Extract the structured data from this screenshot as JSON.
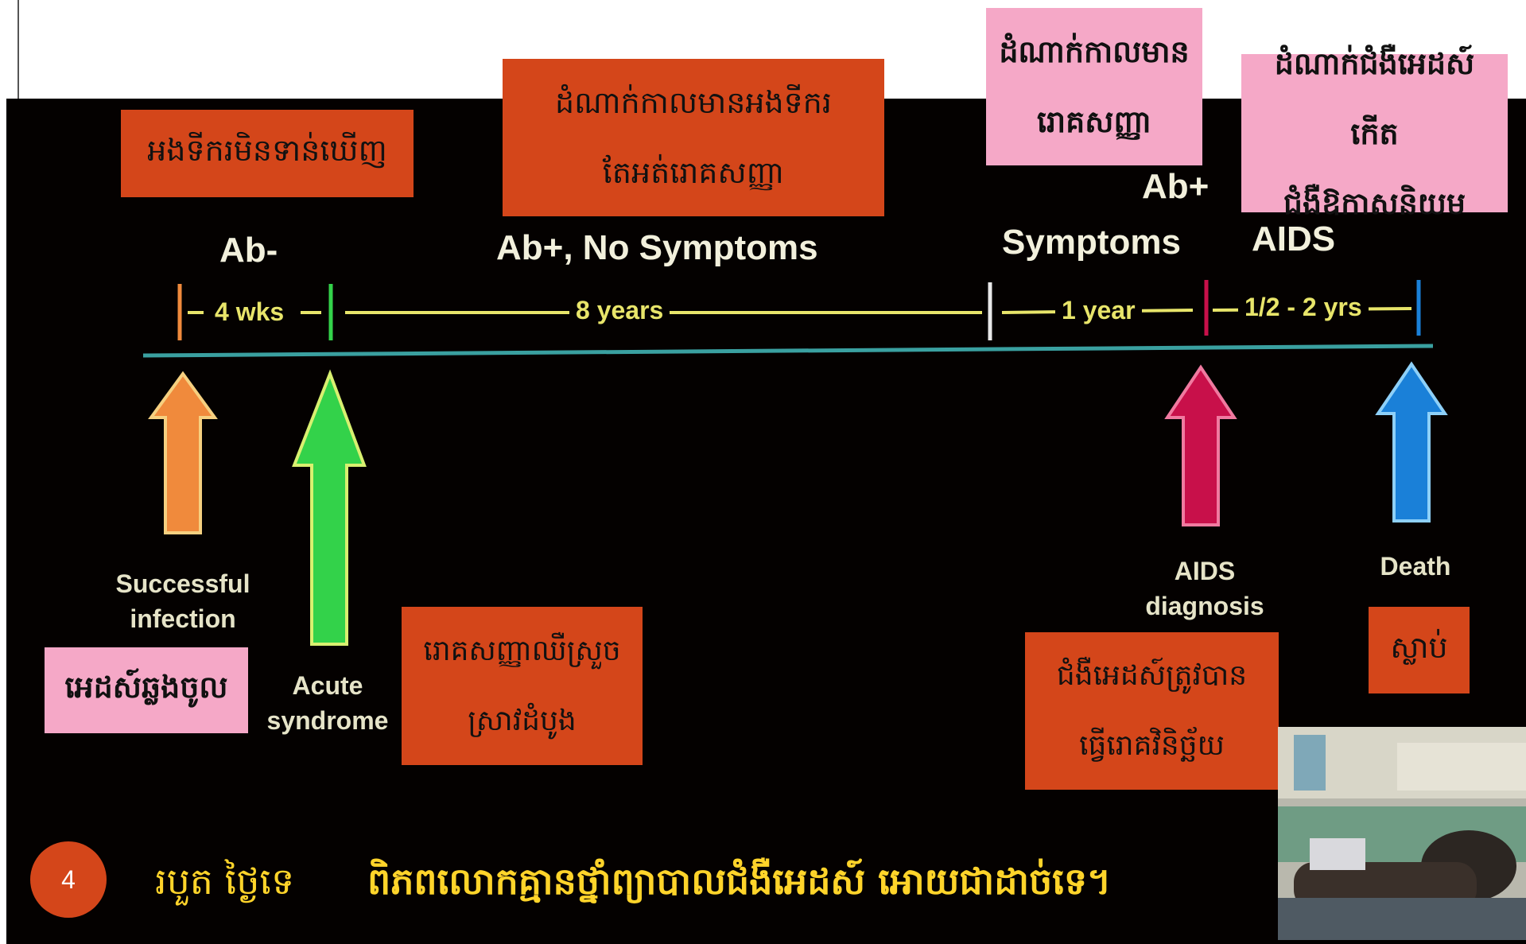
{
  "colors": {
    "background": "#040100",
    "orange_box": "#d4461a",
    "pink_box": "#f5a8c7",
    "timeline": "#3aa0a0",
    "footer_text": "#ffd42a",
    "arrow_infection": "#f08a3c",
    "arrow_acute": "#33d24a",
    "arrow_aids": "#c8104a",
    "arrow_death": "#1a80d8"
  },
  "header_labels": {
    "ab_neg": "Ab-",
    "ab_pos_no_symptoms": "Ab+, No Symptoms",
    "ab_pos": "Ab+",
    "symptoms": "Symptoms",
    "aids": "AIDS"
  },
  "segments": {
    "wks": "4 wks",
    "years": "8 years",
    "year": "1 year",
    "yrs": "1/2 - 2 yrs"
  },
  "arrow_captions": {
    "infection_l1": "Successful",
    "infection_l2": "infection",
    "acute_l1": "Acute",
    "acute_l2": "syndrome",
    "aids_l1": "AIDS",
    "aids_l2": "diagnosis",
    "death": "Death"
  },
  "khmer_boxes": {
    "no_antibody": "អងទីករមិនទាន់ឃើញ",
    "antibody_no_symptoms_l1": "ដំណាក់កាលមានអងទីករ",
    "antibody_no_symptoms_l2": "តែអត់រោគសញ្ញា",
    "symptoms_l1": "ដំណាក់កាលមាន",
    "symptoms_l2": "រោគសញ្ញា",
    "aids_l1": "ដំណាក់ជំងឺអេដស៍ កើត",
    "aids_l2": "ជំងឺឱកាសនិយម",
    "infected": "អេដស៍ឆ្លងចូល",
    "acute_l1": "រោគសញ្ញាឈឺស្រួច",
    "acute_l2": "ស្រាវដំបូង",
    "diagnosed_l1": "ជំងឺអេដស៍ត្រូវបាន",
    "diagnosed_l2": "ធ្វើរោគវិនិច្ឆ័យ",
    "death": "ស្លាប់"
  },
  "slide_number": "4",
  "footer": {
    "left": "របួត ថ្ងៃទេ",
    "right": "ពិភពលោកគ្មានថ្នាំព្យាបាលជំងឺអេដស៍ អោយជាដាច់ទេ។"
  },
  "photo": {
    "icon": "patient-photo"
  }
}
